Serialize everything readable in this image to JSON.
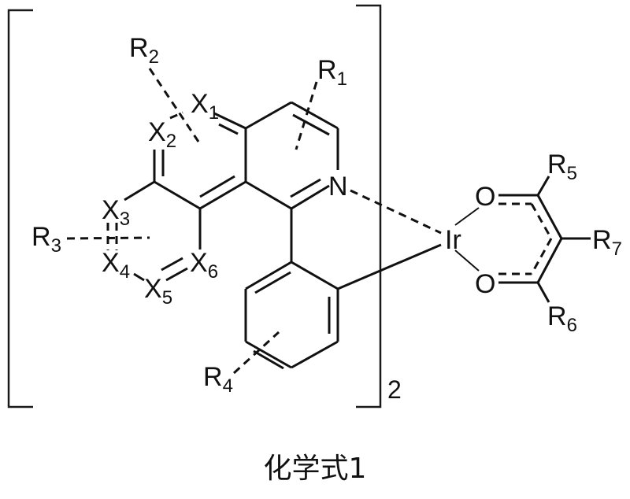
{
  "figure": {
    "caption": "化学式1",
    "bracket_multiplier": "2",
    "metal_center": "Ir",
    "colors": {
      "ink": "#111111",
      "background": "#ffffff"
    }
  },
  "atoms": {
    "x1": {
      "label": "X",
      "sub": "1"
    },
    "x2": {
      "label": "X",
      "sub": "2"
    },
    "x3": {
      "label": "X",
      "sub": "3"
    },
    "x4": {
      "label": "X",
      "sub": "4"
    },
    "x5": {
      "label": "X",
      "sub": "5"
    },
    "x6": {
      "label": "X",
      "sub": "6"
    },
    "n": {
      "label": "N"
    },
    "ir": {
      "label": "Ir"
    },
    "o_top": {
      "label": "O"
    },
    "o_bottom": {
      "label": "O"
    }
  },
  "substituents": {
    "r1": {
      "label": "R",
      "sub": "1"
    },
    "r2": {
      "label": "R",
      "sub": "2"
    },
    "r3": {
      "label": "R",
      "sub": "3"
    },
    "r4": {
      "label": "R",
      "sub": "4"
    },
    "r5": {
      "label": "R",
      "sub": "5"
    },
    "r6": {
      "label": "R",
      "sub": "6"
    },
    "r7": {
      "label": "R",
      "sub": "7"
    }
  }
}
